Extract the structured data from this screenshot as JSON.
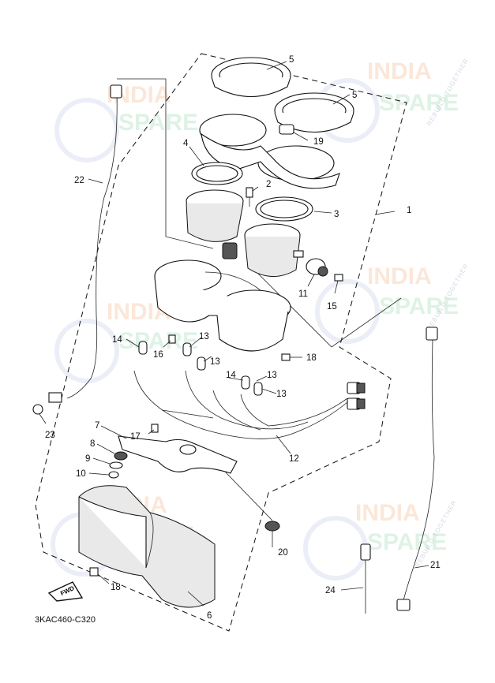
{
  "diagram": {
    "drawing_code": "3KAC460-C320",
    "fwd_label": "FWD",
    "parts": [
      {
        "num": "1"
      },
      {
        "num": "2"
      },
      {
        "num": "3"
      },
      {
        "num": "4"
      },
      {
        "num": "5"
      },
      {
        "num": "5"
      },
      {
        "num": "6"
      },
      {
        "num": "7"
      },
      {
        "num": "8"
      },
      {
        "num": "9"
      },
      {
        "num": "10"
      },
      {
        "num": "11"
      },
      {
        "num": "12"
      },
      {
        "num": "13"
      },
      {
        "num": "13"
      },
      {
        "num": "13"
      },
      {
        "num": "13"
      },
      {
        "num": "14"
      },
      {
        "num": "14"
      },
      {
        "num": "15"
      },
      {
        "num": "16"
      },
      {
        "num": "17"
      },
      {
        "num": "18"
      },
      {
        "num": "18"
      },
      {
        "num": "19"
      },
      {
        "num": "20"
      },
      {
        "num": "21"
      },
      {
        "num": "22"
      },
      {
        "num": "23"
      },
      {
        "num": "24"
      }
    ]
  },
  "watermark": {
    "line1": "INDIA",
    "line2": "SPARE",
    "tagline": "REBUILD TOGETHER",
    "color_primary": "#f2a36b",
    "color_secondary": "#7fcf9a",
    "color_swoosh": "#8fa3d0"
  }
}
